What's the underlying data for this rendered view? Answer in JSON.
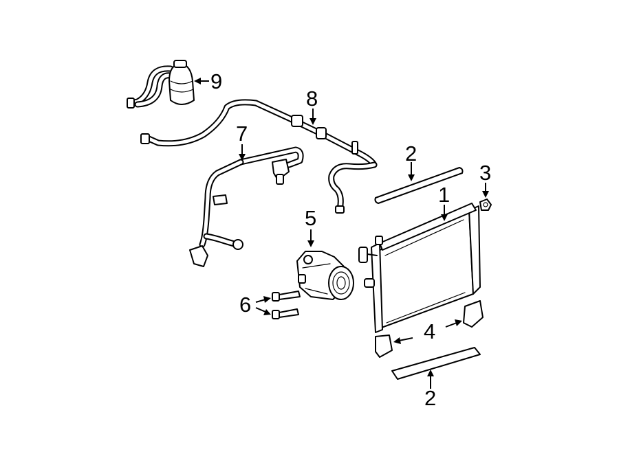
{
  "callouts": {
    "c1": "1",
    "c2_top": "2",
    "c2_bottom": "2",
    "c3": "3",
    "c4": "4",
    "c5": "5",
    "c6": "6",
    "c7": "7",
    "c8": "8",
    "c9": "9"
  },
  "colors": {
    "line": "#000000",
    "background": "#ffffff"
  }
}
